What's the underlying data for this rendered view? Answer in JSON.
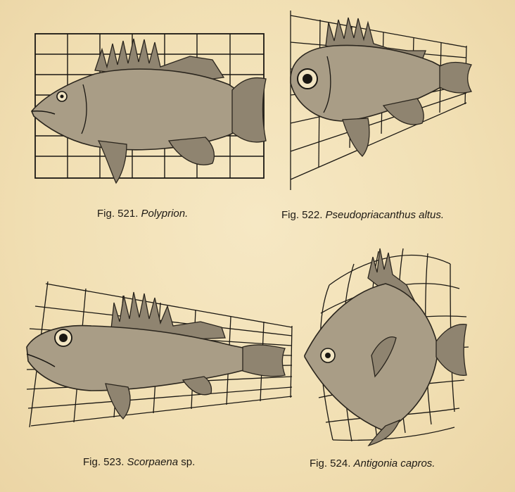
{
  "figures": [
    {
      "number": "Fig. 521.",
      "name": "Polyprion.",
      "suffix": ""
    },
    {
      "number": "Fig. 522.",
      "name": "Pseudopriacanthus altus.",
      "suffix": ""
    },
    {
      "number": "Fig. 523.",
      "name": "Scorpaena",
      "suffix": " sp."
    },
    {
      "number": "Fig. 524.",
      "name": "Antigonia capros.",
      "suffix": ""
    }
  ],
  "colors": {
    "paper": "#f3e2b9",
    "ink": "#1e1a14",
    "fish": "#a99d86"
  }
}
